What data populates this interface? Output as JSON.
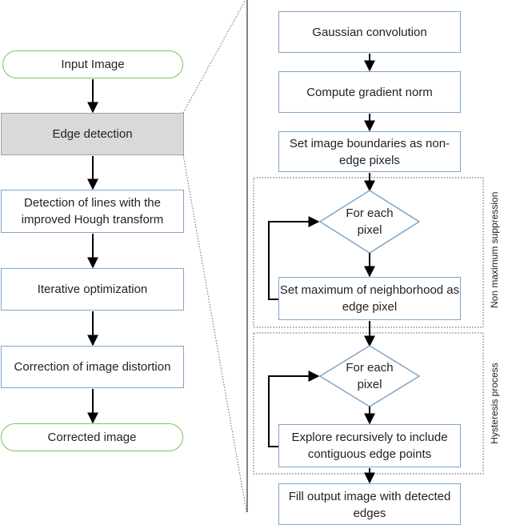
{
  "colors": {
    "terminal_border": "#7dc35b",
    "process_border": "#7fa5c8",
    "highlight_fill": "#d9d9d9",
    "arrow": "#000000"
  },
  "main_flow": [
    {
      "id": "input",
      "label": "Input Image",
      "shape": "terminal"
    },
    {
      "id": "edge",
      "label": "Edge detection",
      "shape": "process",
      "highlighted": true
    },
    {
      "id": "hough",
      "label": "Detection of lines with the improved Hough transform",
      "shape": "process"
    },
    {
      "id": "iter",
      "label": "Iterative optimization",
      "shape": "process"
    },
    {
      "id": "distort",
      "label": "Correction of image distortion",
      "shape": "process"
    },
    {
      "id": "output",
      "label": "Corrected image",
      "shape": "terminal"
    }
  ],
  "detail_flow": [
    {
      "id": "gauss",
      "label": "Gaussian convolution",
      "shape": "process"
    },
    {
      "id": "gradient",
      "label": "Compute gradient norm",
      "shape": "process"
    },
    {
      "id": "boundaries",
      "label": "Set image boundaries as non-edge pixels",
      "shape": "process"
    },
    {
      "id": "loop1",
      "label": "For each pixel",
      "shape": "decision"
    },
    {
      "id": "maxneigh",
      "label": "Set maximum of neighborhood as edge pixel",
      "shape": "process"
    },
    {
      "id": "loop2",
      "label": "For each pixel",
      "shape": "decision"
    },
    {
      "id": "explore",
      "label": "Explore recursively to include contiguous edge points",
      "shape": "process"
    },
    {
      "id": "fill",
      "label": "Fill output image with detected edges",
      "shape": "process"
    }
  ],
  "groups": {
    "nms": "Non maximum suppression",
    "hysteresis": "Hysteresis process"
  }
}
